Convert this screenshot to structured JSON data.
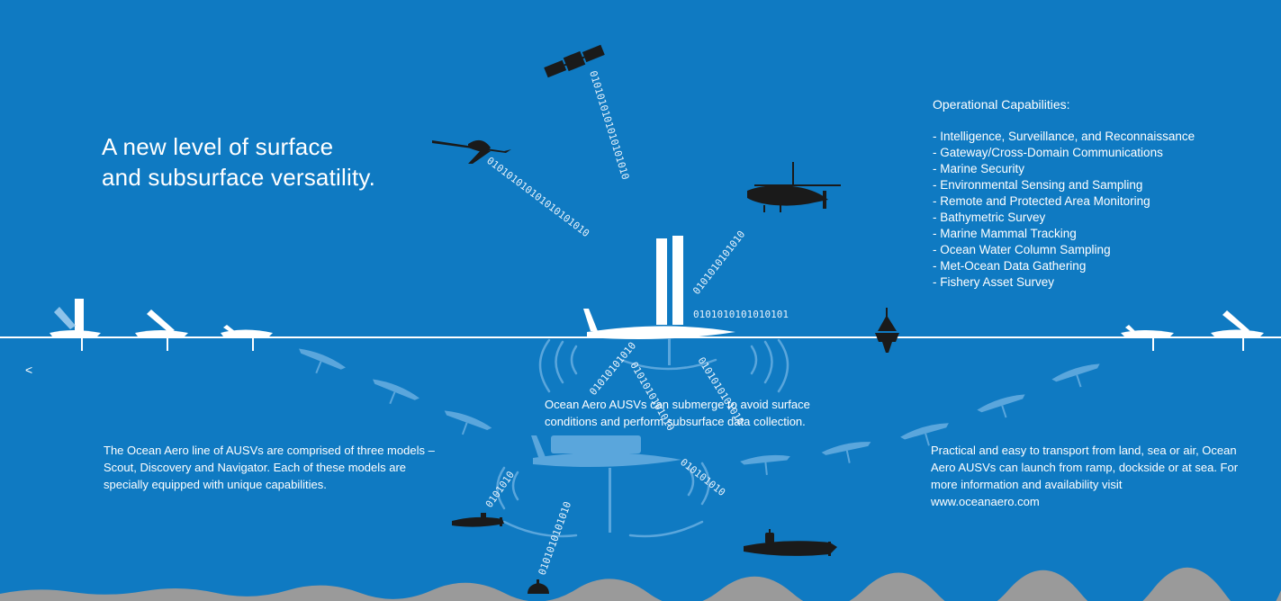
{
  "headline": {
    "line1": "A new level of surface",
    "line2": "and subsurface versatility."
  },
  "capabilities": {
    "title": "Operational Capabilities:",
    "items": [
      "-  Intelligence, Surveillance, and Reconnaissance",
      "-  Gateway/Cross-Domain Communications",
      "-  Marine Security",
      "-  Environmental Sensing and Sampling",
      "-  Remote and Protected Area Monitoring",
      "-  Bathymetric Survey",
      "-  Marine Mammal Tracking",
      "-  Ocean Water Column Sampling",
      "-  Met-Ocean Data Gathering",
      "-  Fishery Asset Survey"
    ]
  },
  "paragraphs": {
    "left": "The Ocean Aero line of AUSVs are comprised of three models – Scout, Discovery and Navigator. Each of these models are specially equipped with unique capabilities.",
    "center": "Ocean Aero AUSVs can submerge to avoid surface conditions and perform subsurface data collection.",
    "right_text": "Practical and easy to transport from land, sea or air, Ocean Aero AUSVs can launch from ramp, dockside or at sea. For more information and availability visit",
    "right_link": "www.oceanaero.com"
  },
  "binary": {
    "satellite": "0101010101010101010",
    "drone": "010101010101010101010",
    "helicopter": "0101010101010",
    "horizontal": "0101010101010101",
    "sub_left_up": "01010101010",
    "sub_right_up": "0101010101010",
    "sub_left_down": "0101010",
    "sub_right_down": "010101010",
    "seafloor": "0101010101010"
  },
  "nav": {
    "prev_symbol": "<"
  },
  "colors": {
    "ocean": "#0f7ac2",
    "surface_line": "#ffffff",
    "ghost_vessel": "#5aa6dc",
    "silhouette": "#1a1a1a",
    "seafloor": "#9a9a9a"
  }
}
